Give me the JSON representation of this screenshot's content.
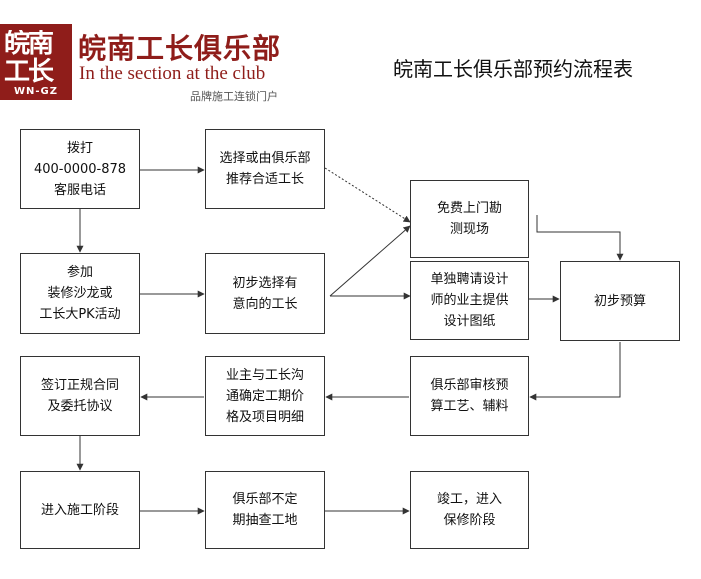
{
  "header": {
    "seal_glyphs": "皖南工长",
    "seal_sub": "WN-GZ",
    "brand_cn": "皖南工长俱乐部",
    "brand_en": "In the section at the club",
    "tagline": "品牌施工连锁门户",
    "title": "皖南工长俱乐部预约流程表"
  },
  "colors": {
    "brand": "#8f1d1a",
    "line": "#333333"
  },
  "flow": {
    "nodes": {
      "call": "拨打\n400-0000-878\n客服电话",
      "choose": "选择或由俱乐部\n推荐合适工长",
      "survey": "免费上门勘\n测现场",
      "salon": "参加\n装修沙龙或\n工长大PK活动",
      "preselect": "初步选择有\n意向的工长",
      "designer": "单独聘请设计\n师的业主提供\n设计图纸",
      "budget": "初步预算",
      "contract": "签订正规合同\n及委托协议",
      "negotiate": "业主与工长沟\n通确定工期价\n格及项目明细",
      "review": "俱乐部审核预\n算工艺、辅料",
      "construct": "进入施工阶段",
      "inspect": "俱乐部不定\n期抽查工地",
      "complete": "竣工，进入\n保修阶段"
    }
  }
}
